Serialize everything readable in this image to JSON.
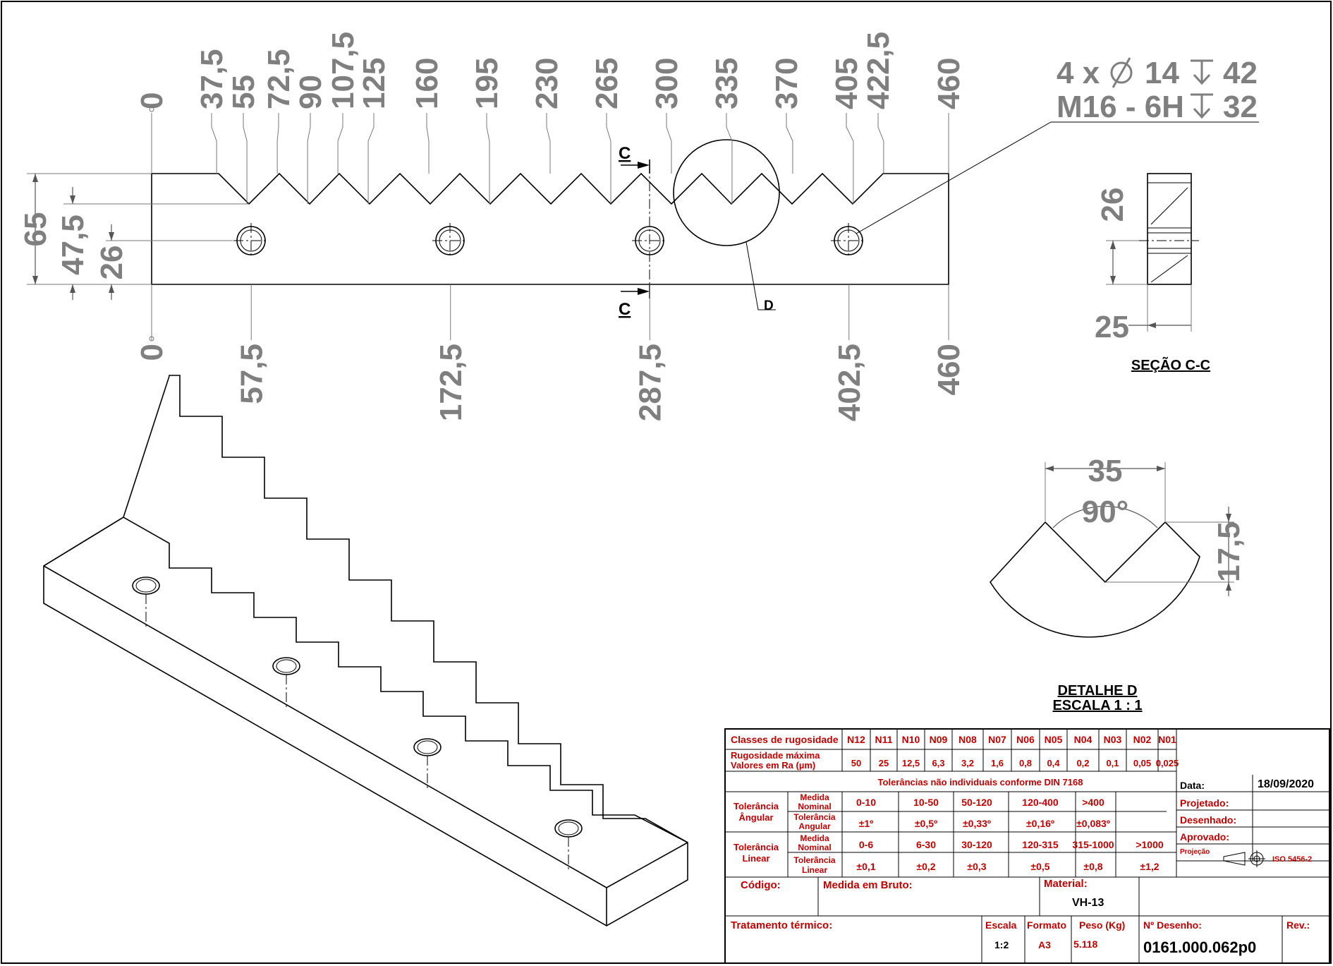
{
  "top_dims": [
    "0",
    "37,5",
    "55",
    "72,5",
    "90",
    "107,5",
    "125",
    "160",
    "195",
    "230",
    "265",
    "300",
    "335",
    "370",
    "405",
    "422,5",
    "460"
  ],
  "bottom_dims": [
    "0",
    "57,5",
    "172,5",
    "287,5",
    "402,5",
    "460"
  ],
  "left_dims": [
    "65",
    "47,5",
    "26"
  ],
  "hole_note": {
    "line1_prefix": "4 x",
    "line1_dia": "14",
    "line1_depth": "42",
    "line2_thread": "M16 - 6H",
    "line2_depth": "32"
  },
  "section_marks": {
    "c": "C",
    "d": "D"
  },
  "section_cc": {
    "title": "SEÇÃO C-C",
    "dim_h": "26",
    "dim_w": "25"
  },
  "detail_d": {
    "title": "DETALHE D",
    "scale": "ESCALA 1 : 1",
    "dim_w": "35",
    "angle": "90°",
    "dim_h": "17,5"
  },
  "title_block": {
    "rugosity_header": "Classes de rugosidade",
    "rugosity_classes": [
      "N12",
      "N11",
      "N10",
      "N09",
      "N08",
      "N07",
      "N06",
      "N05",
      "N04",
      "N03",
      "N02",
      "N01"
    ],
    "ra_header_1": "Rugosidade máxima",
    "ra_header_2": "Valores em Ra (µm)",
    "ra_values": [
      "50",
      "25",
      "12,5",
      "6,3",
      "3,2",
      "1,6",
      "0,8",
      "0,4",
      "0,2",
      "0,1",
      "0,05",
      "0,025"
    ],
    "tol_title": "Tolerâncias não individuais conforme DIN 7168",
    "tol_ang_1": "Tolerância",
    "tol_ang_2": "Ângular",
    "tol_lin_1": "Tolerância",
    "tol_lin_2": "Linear",
    "med_nom_1": "Medida",
    "med_nom_2": "Nominal",
    "tol_ang_row_1": "Tolerância",
    "tol_ang_row_2": "Angular",
    "tol_lin_row_1": "Tolerância",
    "tol_lin_row_2": "Linear",
    "ang_nominal": [
      "0-10",
      "10-50",
      "50-120",
      "120-400",
      ">400"
    ],
    "ang_tol": [
      "±1º",
      "±0,5º",
      "±0,33º",
      "±0,16º",
      "±0,083º"
    ],
    "lin_nominal": [
      "0-6",
      "6-30",
      "30-120",
      "120-315",
      "315-1000",
      ">1000"
    ],
    "lin_tol": [
      "±0,1",
      "±0,2",
      "±0,3",
      "±0,5",
      "±0,8",
      "±1,2"
    ],
    "data_label": "Data:",
    "data_value": "18/09/2020",
    "projetado_label": "Projetado:",
    "desenhado_label": "Desenhado:",
    "aprovado_label": "Aprovado:",
    "projecao_label": "Projeção",
    "iso_label": "ISO 5456-2",
    "codigo_label": "Código:",
    "medida_bruto_label": "Medida em Bruto:",
    "material_label": "Material:",
    "material_value": "VH-13",
    "tratamento_label": "Tratamento térmico:",
    "escala_label": "Escala",
    "escala_value": "1:2",
    "formato_label": "Formato",
    "formato_value": "A3",
    "peso_label": "Peso (Kg)",
    "peso_value": "5.118",
    "desenho_label": "Nº Desenho:",
    "desenho_value": "0161.000.062p0",
    "rev_label": "Rev.:"
  }
}
